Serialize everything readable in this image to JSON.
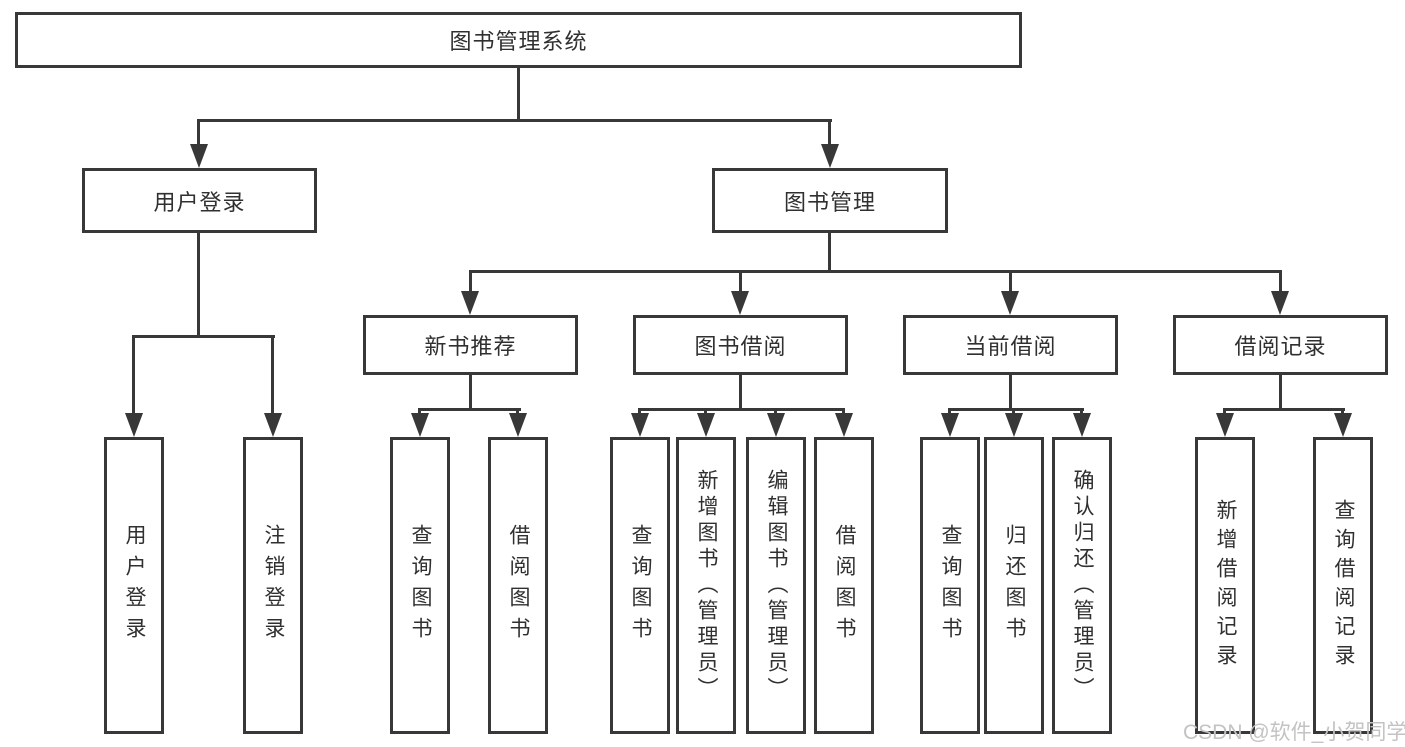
{
  "colors": {
    "line": "#383838",
    "text": "#303030",
    "watermark": "#c3c3c3",
    "background": "#ffffff"
  },
  "nodes": {
    "root": {
      "label": "图书管理系统"
    },
    "level2": [
      {
        "label": "用户登录"
      },
      {
        "label": "图书管理"
      }
    ],
    "level3": [
      {
        "label": "新书推荐"
      },
      {
        "label": "图书借阅"
      },
      {
        "label": "当前借阅"
      },
      {
        "label": "借阅记录"
      }
    ],
    "leaves": [
      {
        "label": "用户登录"
      },
      {
        "label": "注销登录"
      },
      {
        "label": "查询图书"
      },
      {
        "label": "借阅图书"
      },
      {
        "label": "查询图书"
      },
      {
        "label": "新增图书（管理员）"
      },
      {
        "label": "编辑图书（管理员）"
      },
      {
        "label": "借阅图书"
      },
      {
        "label": "查询图书"
      },
      {
        "label": "归还图书"
      },
      {
        "label": "确认归还（管理员）"
      },
      {
        "label": "新增借阅记录"
      },
      {
        "label": "查询借阅记录"
      }
    ]
  },
  "tree": {
    "label": "图书管理系统",
    "children": [
      {
        "label": "用户登录",
        "children": [
          {
            "label": "用户登录"
          },
          {
            "label": "注销登录"
          }
        ]
      },
      {
        "label": "图书管理",
        "children": [
          {
            "label": "新书推荐",
            "children": [
              {
                "label": "查询图书"
              },
              {
                "label": "借阅图书"
              }
            ]
          },
          {
            "label": "图书借阅",
            "children": [
              {
                "label": "查询图书"
              },
              {
                "label": "新增图书（管理员）"
              },
              {
                "label": "编辑图书（管理员）"
              },
              {
                "label": "借阅图书"
              }
            ]
          },
          {
            "label": "当前借阅",
            "children": [
              {
                "label": "查询图书"
              },
              {
                "label": "归还图书"
              },
              {
                "label": "确认归还（管理员）"
              }
            ]
          },
          {
            "label": "借阅记录",
            "children": [
              {
                "label": "新增借阅记录"
              },
              {
                "label": "查询借阅记录"
              }
            ]
          }
        ]
      }
    ]
  },
  "watermark": {
    "text": "CSDN @软件_小贺同学"
  }
}
